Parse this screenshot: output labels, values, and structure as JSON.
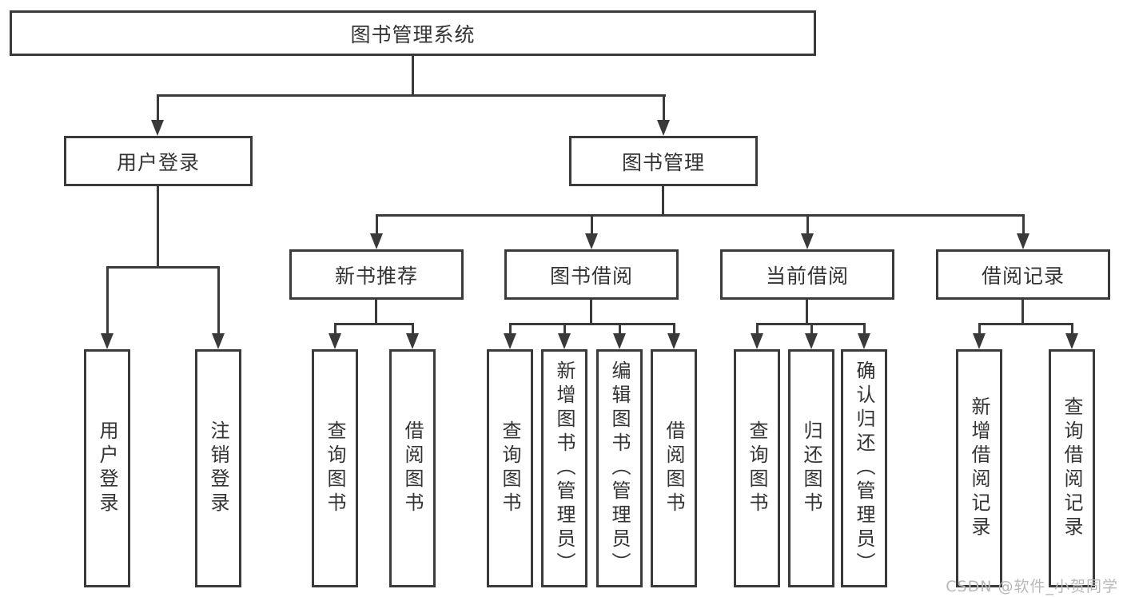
{
  "colors": {
    "line": "#3a3a3a",
    "text": "#333333",
    "watermark": "#b8b8b8",
    "background": "#ffffff"
  },
  "watermark": {
    "text": "CSDN @软件_小贺同学"
  },
  "tree": {
    "label": "图书管理系统",
    "children": [
      {
        "label": "用户登录",
        "children": [
          {
            "label": "用户登录"
          },
          {
            "label": "注销登录"
          }
        ]
      },
      {
        "label": "图书管理",
        "children": [
          {
            "label": "新书推荐",
            "children": [
              {
                "label": "查询图书"
              },
              {
                "label": "借阅图书"
              }
            ]
          },
          {
            "label": "图书借阅",
            "children": [
              {
                "label": "查询图书"
              },
              {
                "label": "新增图书（管理员）"
              },
              {
                "label": "编辑图书（管理员）"
              },
              {
                "label": "借阅图书"
              }
            ]
          },
          {
            "label": "当前借阅",
            "children": [
              {
                "label": "查询图书"
              },
              {
                "label": "归还图书"
              },
              {
                "label": "确认归还（管理员）"
              }
            ]
          },
          {
            "label": "借阅记录",
            "children": [
              {
                "label": "新增借阅记录"
              },
              {
                "label": "查询借阅记录"
              }
            ]
          }
        ]
      }
    ]
  }
}
